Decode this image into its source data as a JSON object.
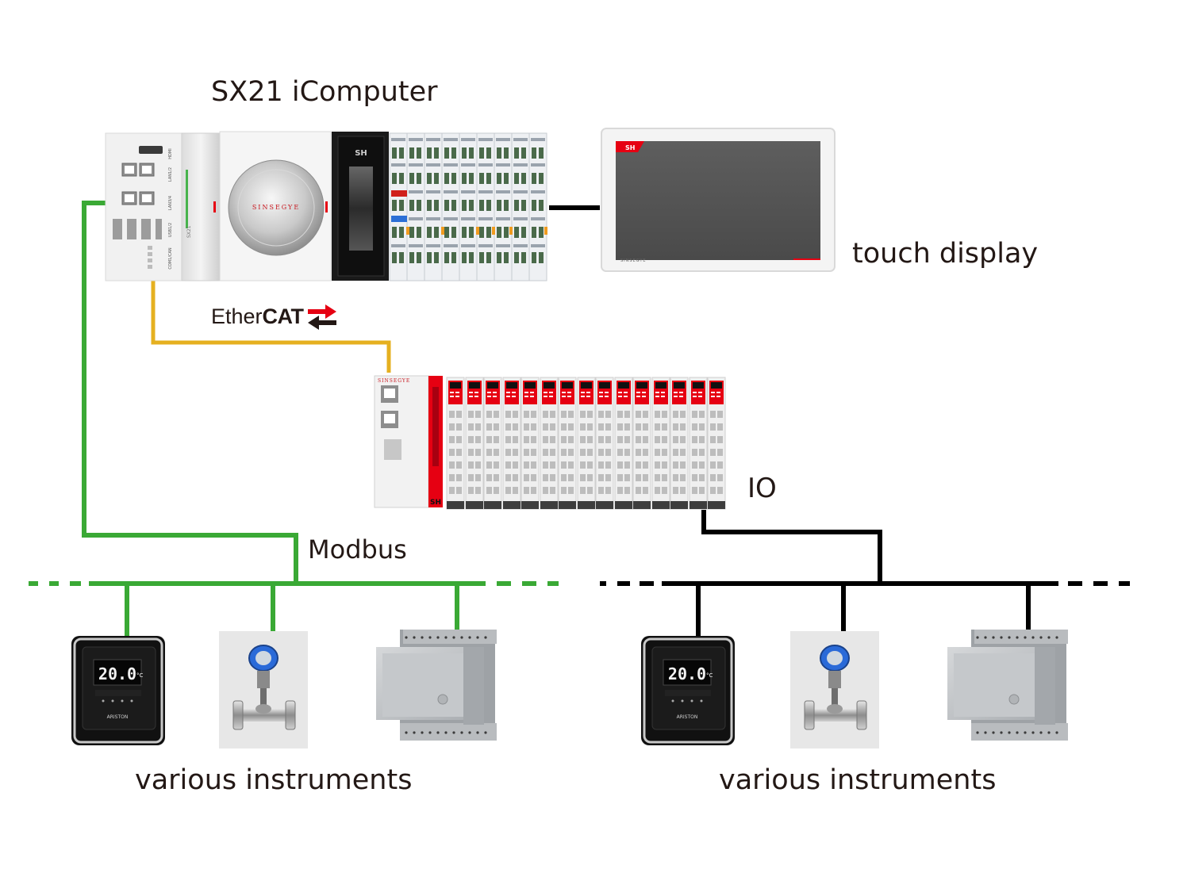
{
  "labels": {
    "computer": "SX21 iComputer",
    "display": "touch display",
    "ethercat_prefix": "Ether",
    "ethercat_suffix": "CAT",
    "io": "IO",
    "modbus": "Modbus",
    "instruments_left": "various instruments",
    "instruments_right": "various instruments"
  },
  "device_text": {
    "brand": "SINSEGYE",
    "logo": "SH",
    "thermostat_reading": "20.0",
    "thermostat_unit": "°C",
    "thermostat_brand": "ARISTON",
    "port_hdmi": "HDMI",
    "port_lan12": "LAN1/2",
    "port_lan34": "LAN3/4",
    "port_usb12": "USB1/2",
    "port_com": "COM1/CAN",
    "model": "SX21"
  },
  "colors": {
    "modbus_line": "#3aa935",
    "ethercat_line": "#e5b020",
    "io_line": "#000000",
    "accent_red": "#e60012",
    "text": "#231815"
  },
  "icons": {
    "ethercat_arrows": "bidirectional-arrows-icon"
  }
}
